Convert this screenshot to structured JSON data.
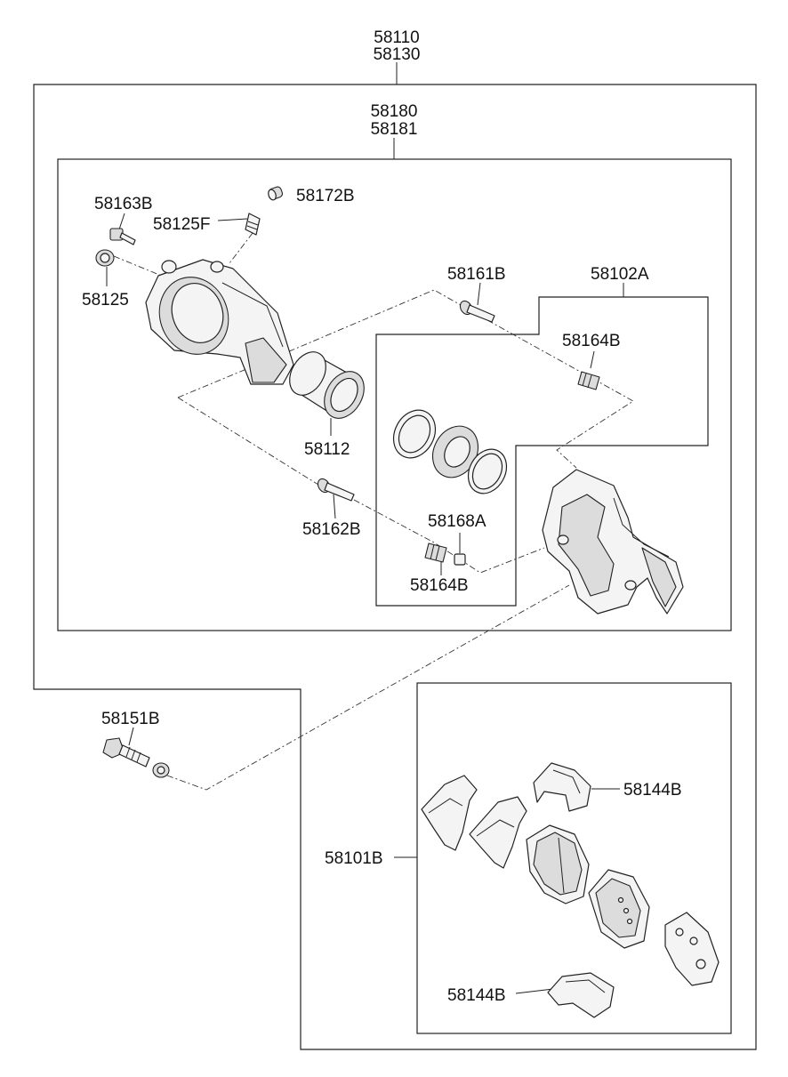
{
  "labels": {
    "assy_top_1": "58110",
    "assy_top_2": "58130",
    "caliper_assy_1": "58180",
    "caliper_assy_2": "58181",
    "p58172B": "58172B",
    "p58163B": "58163B",
    "p58125F": "58125F",
    "p58125": "58125",
    "p58161B": "58161B",
    "p58102A": "58102A",
    "p58164B_top": "58164B",
    "p58112": "58112",
    "p58162B": "58162B",
    "p58168A": "58168A",
    "p58164B_bottom": "58164B",
    "p58151B": "58151B",
    "p58144B_top": "58144B",
    "p58101B": "58101B",
    "p58144B_bottom": "58144B"
  }
}
